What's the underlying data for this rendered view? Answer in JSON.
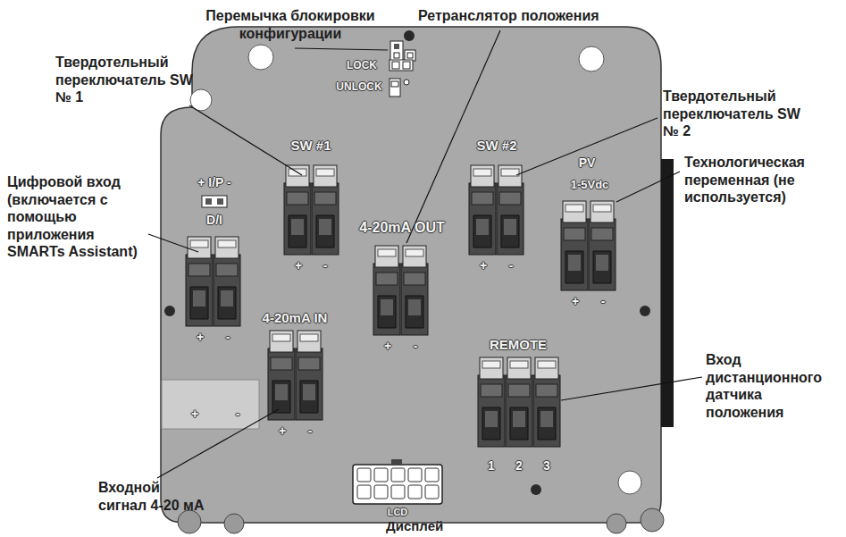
{
  "diagram": {
    "labels": [
      "Перемычка блокировки конфигурации",
      "Ретранслятор положения",
      "Твердотельный переключатель SW № 1",
      "Твердотельный переключатель SW № 2",
      "Цифровой вход (включается с помощью приложения SMARTs Assistant)",
      "Технологическая переменная (не используется)",
      "Вход дистанционного датчика положения",
      "Входной сигнал 4-20 мА",
      "Дисплей",
      "LOCK",
      "UNLOCK",
      "SW #1",
      "SW #2",
      "PV",
      "1-5Vdc",
      "4-20mA OUT",
      "+ I/P -",
      "D/I",
      "4-20mA IN",
      "REMOTE",
      "1",
      "2",
      "3",
      "LCD",
      "+",
      "-",
      "+",
      "-",
      "+",
      "-",
      "+",
      "-",
      "+",
      "-",
      "+",
      "-",
      "+",
      "-"
    ]
  }
}
